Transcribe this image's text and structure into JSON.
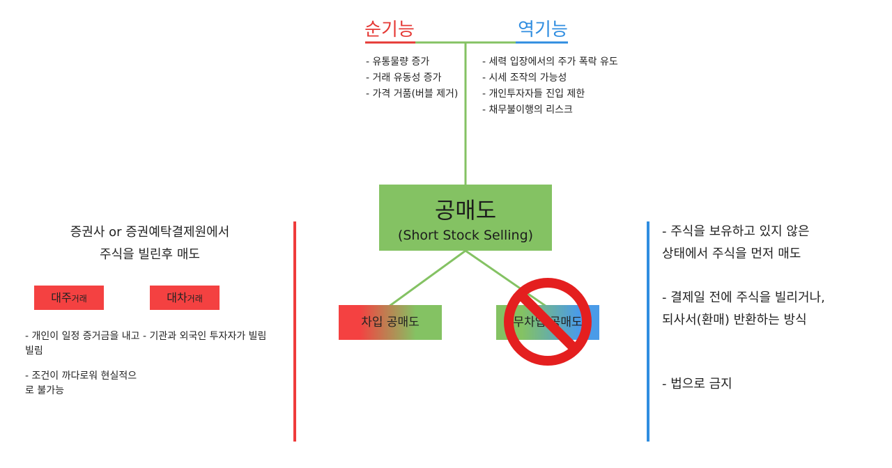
{
  "header": {
    "forward_label": "순기능",
    "reverse_label": "역기능"
  },
  "forward_items": [
    "- 유통물량 증가",
    "- 거래 유동성 증가",
    "- 가격 거품(버블 제거)"
  ],
  "reverse_items": [
    "- 세력 입장에서의 주가 폭락 유도",
    "- 시세 조작의 가능성",
    "- 개인투자자들 진입 제한",
    "- 채무불이행의 리스크"
  ],
  "center": {
    "title": "공매도",
    "subtitle": "(Short Stock Selling)"
  },
  "branches": {
    "covered": "차입 공매도",
    "naked": "무차입 공매도"
  },
  "left": {
    "line1": "증권사 or 증권예탁결제원에서",
    "line2": "주식을 빌린후 매도",
    "pill_a_big": "대주",
    "pill_a_small": "거래",
    "pill_b_big": "대차",
    "pill_b_small": "거래",
    "note_a": "- 개인이 일정 증거금을 내고 빌림",
    "note_b": "- 기관과 외국인 투자자가 빌림",
    "note_c": "- 조건이 까다로워 현실적으로 불가능"
  },
  "right": {
    "r1_line1": "- 주식을 보유하고 있지 않은",
    "r1_line2": "상태에서 주식을 먼저 매도",
    "r2_line1": "- 결제일 전에 주식을 빌리거나,",
    "r2_line2": "되사서(환매) 반환하는 방식",
    "r3": "- 법으로 금지"
  },
  "colors": {
    "red": "#e53935",
    "blue": "#2f8de0",
    "green": "#84c263"
  }
}
